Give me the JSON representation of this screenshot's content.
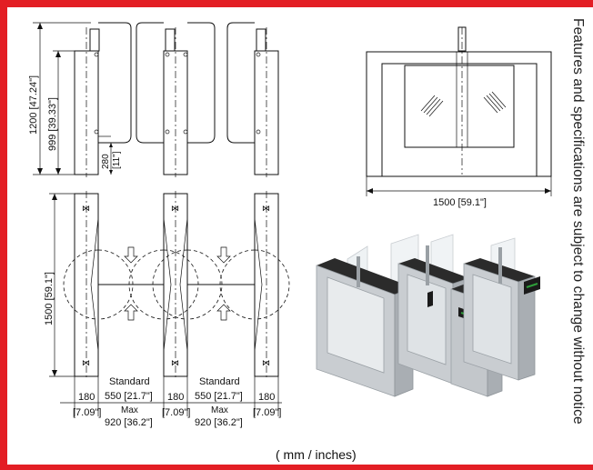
{
  "side_note": "Features and specifications are subject to change without notice",
  "units_note": "( mm / inches)",
  "dimensions": {
    "height_total": "1200 [47.24\"]",
    "height_panel": "999 [39.33\"]",
    "height_gap": "280",
    "height_gap_in": "[11\"]",
    "length_front": "1500 [59.1\"]",
    "length_side": "1500 [59.1\"]",
    "cabinet_width_1": "180",
    "cabinet_width_1_in": "[7.09\"]",
    "cabinet_width_2": "180",
    "cabinet_width_2_in": "[7.09\"]",
    "cabinet_width_3": "180",
    "cabinet_width_3_in": "[7.09\"]",
    "lane_1_label": "Standard",
    "lane_1_std": "550 [21.7\"]",
    "lane_1_max_label": "Max",
    "lane_1_max": "920 [36.2\"]",
    "lane_2_label": "Standard",
    "lane_2_std": "550 [21.7\"]",
    "lane_2_max_label": "Max",
    "lane_2_max": "920 [36.2\"]"
  },
  "colors": {
    "border": "#e31e24",
    "line": "#111111",
    "steel": "#b8bcc0",
    "arrow": "#2e9e3a"
  }
}
